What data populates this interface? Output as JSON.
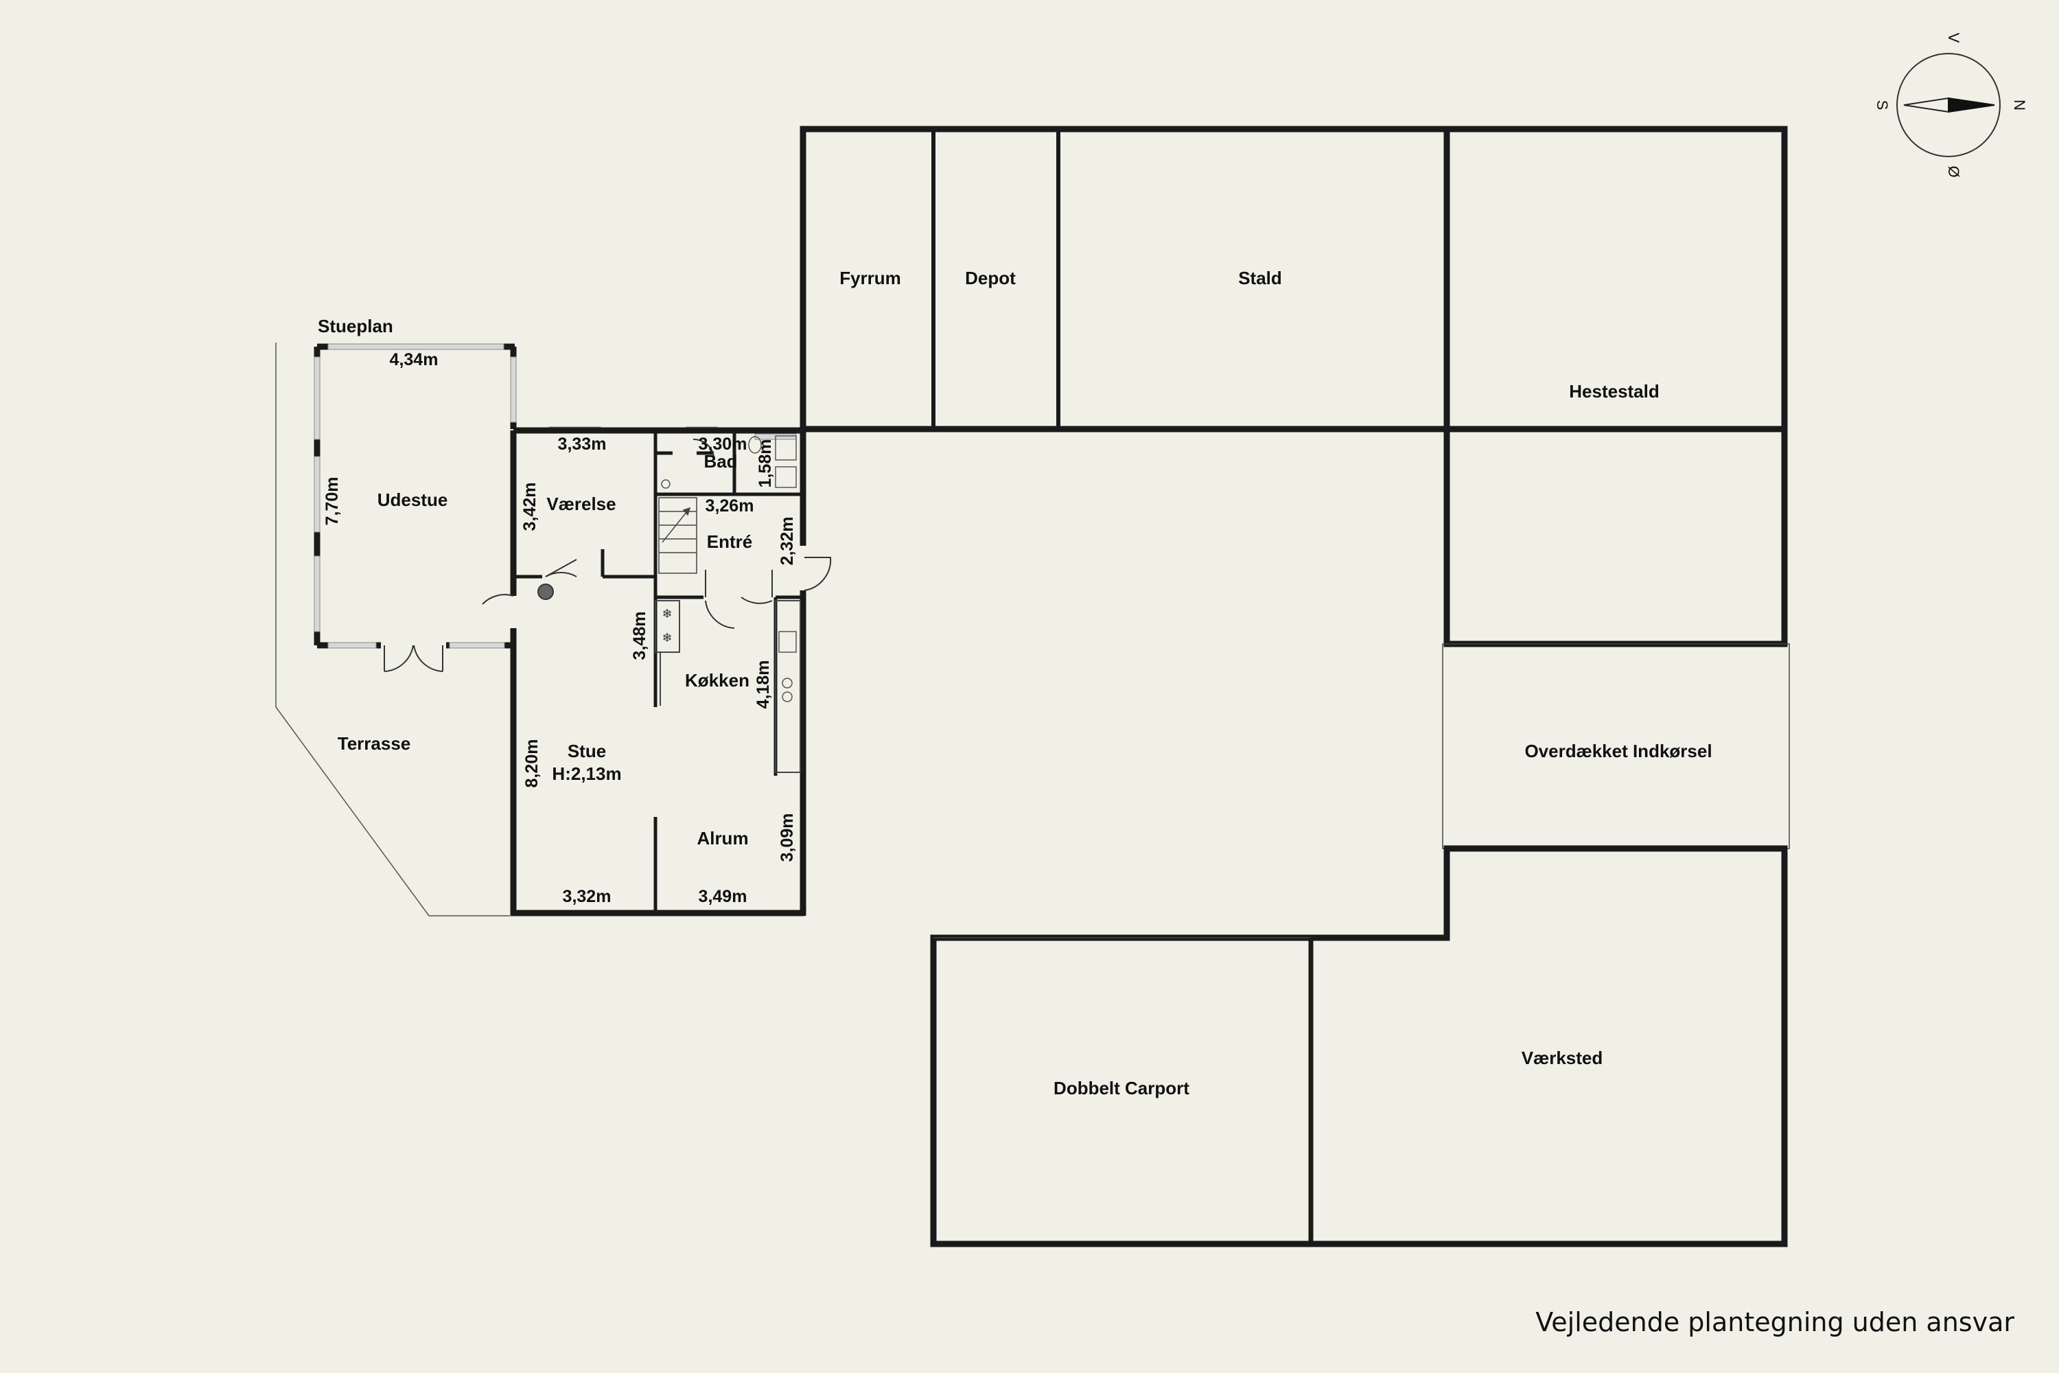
{
  "plan": {
    "title": "Stueplan",
    "disclaimer": "Vejledende plantegning uden ansvar",
    "rooms": {
      "fyrrum": "Fyrrum",
      "depot": "Depot",
      "stald": "Stald",
      "hestestald": "Hestestald",
      "overdaekket": "Overdækket Indkørsel",
      "vaerksted": "Værksted",
      "carport": "Dobbelt Carport",
      "udestue": "Udestue",
      "vaerelse": "Værelse",
      "bad": "Bad",
      "entre": "Entré",
      "koekken": "Køkken",
      "stue": "Stue",
      "stue_height": "H:2,13m",
      "alrum": "Alrum",
      "terrasse": "Terrasse"
    },
    "dimensions": {
      "udestue_w": "4,34m",
      "udestue_h": "7,70m",
      "vaerelse_w": "3,33m",
      "vaerelse_h": "3,42m",
      "bad_w": "3,30m",
      "bad_h": "1,58m",
      "entre_w": "3,26m",
      "entre_h": "2,32m",
      "koekken_side": "3,48m",
      "koekken_h": "4,18m",
      "stue_h": "8,20m",
      "stue_w": "3,32m",
      "alrum_w": "3,49m",
      "alrum_h": "3,09m"
    }
  },
  "compass": {
    "north": "N",
    "south": "S",
    "east": "Ø",
    "west": "V"
  }
}
